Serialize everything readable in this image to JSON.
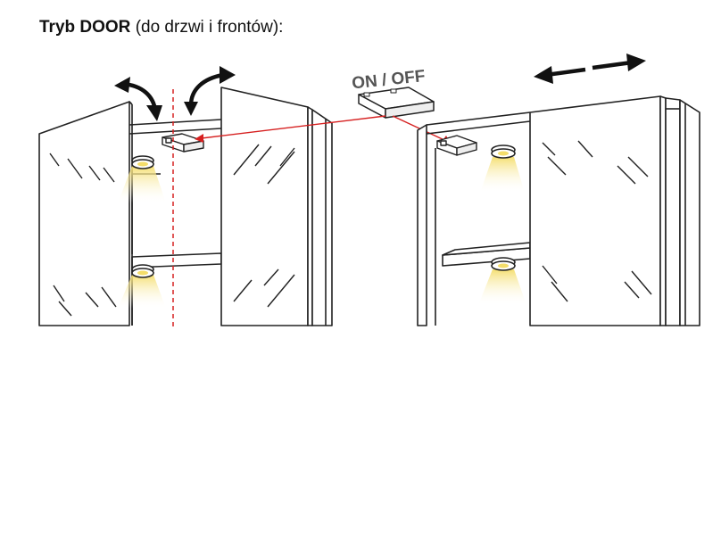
{
  "heading": {
    "strong": "Tryb DOOR",
    "rest": "(do drzwi i frontów):"
  },
  "switch_label": "ON / OFF",
  "colors": {
    "line": "#222222",
    "red_arrow": "#d62020",
    "light_glow": "#f4dd6a",
    "light_glow_fade": "#ffffff",
    "white": "#ffffff",
    "shading": "#eeeeee"
  }
}
